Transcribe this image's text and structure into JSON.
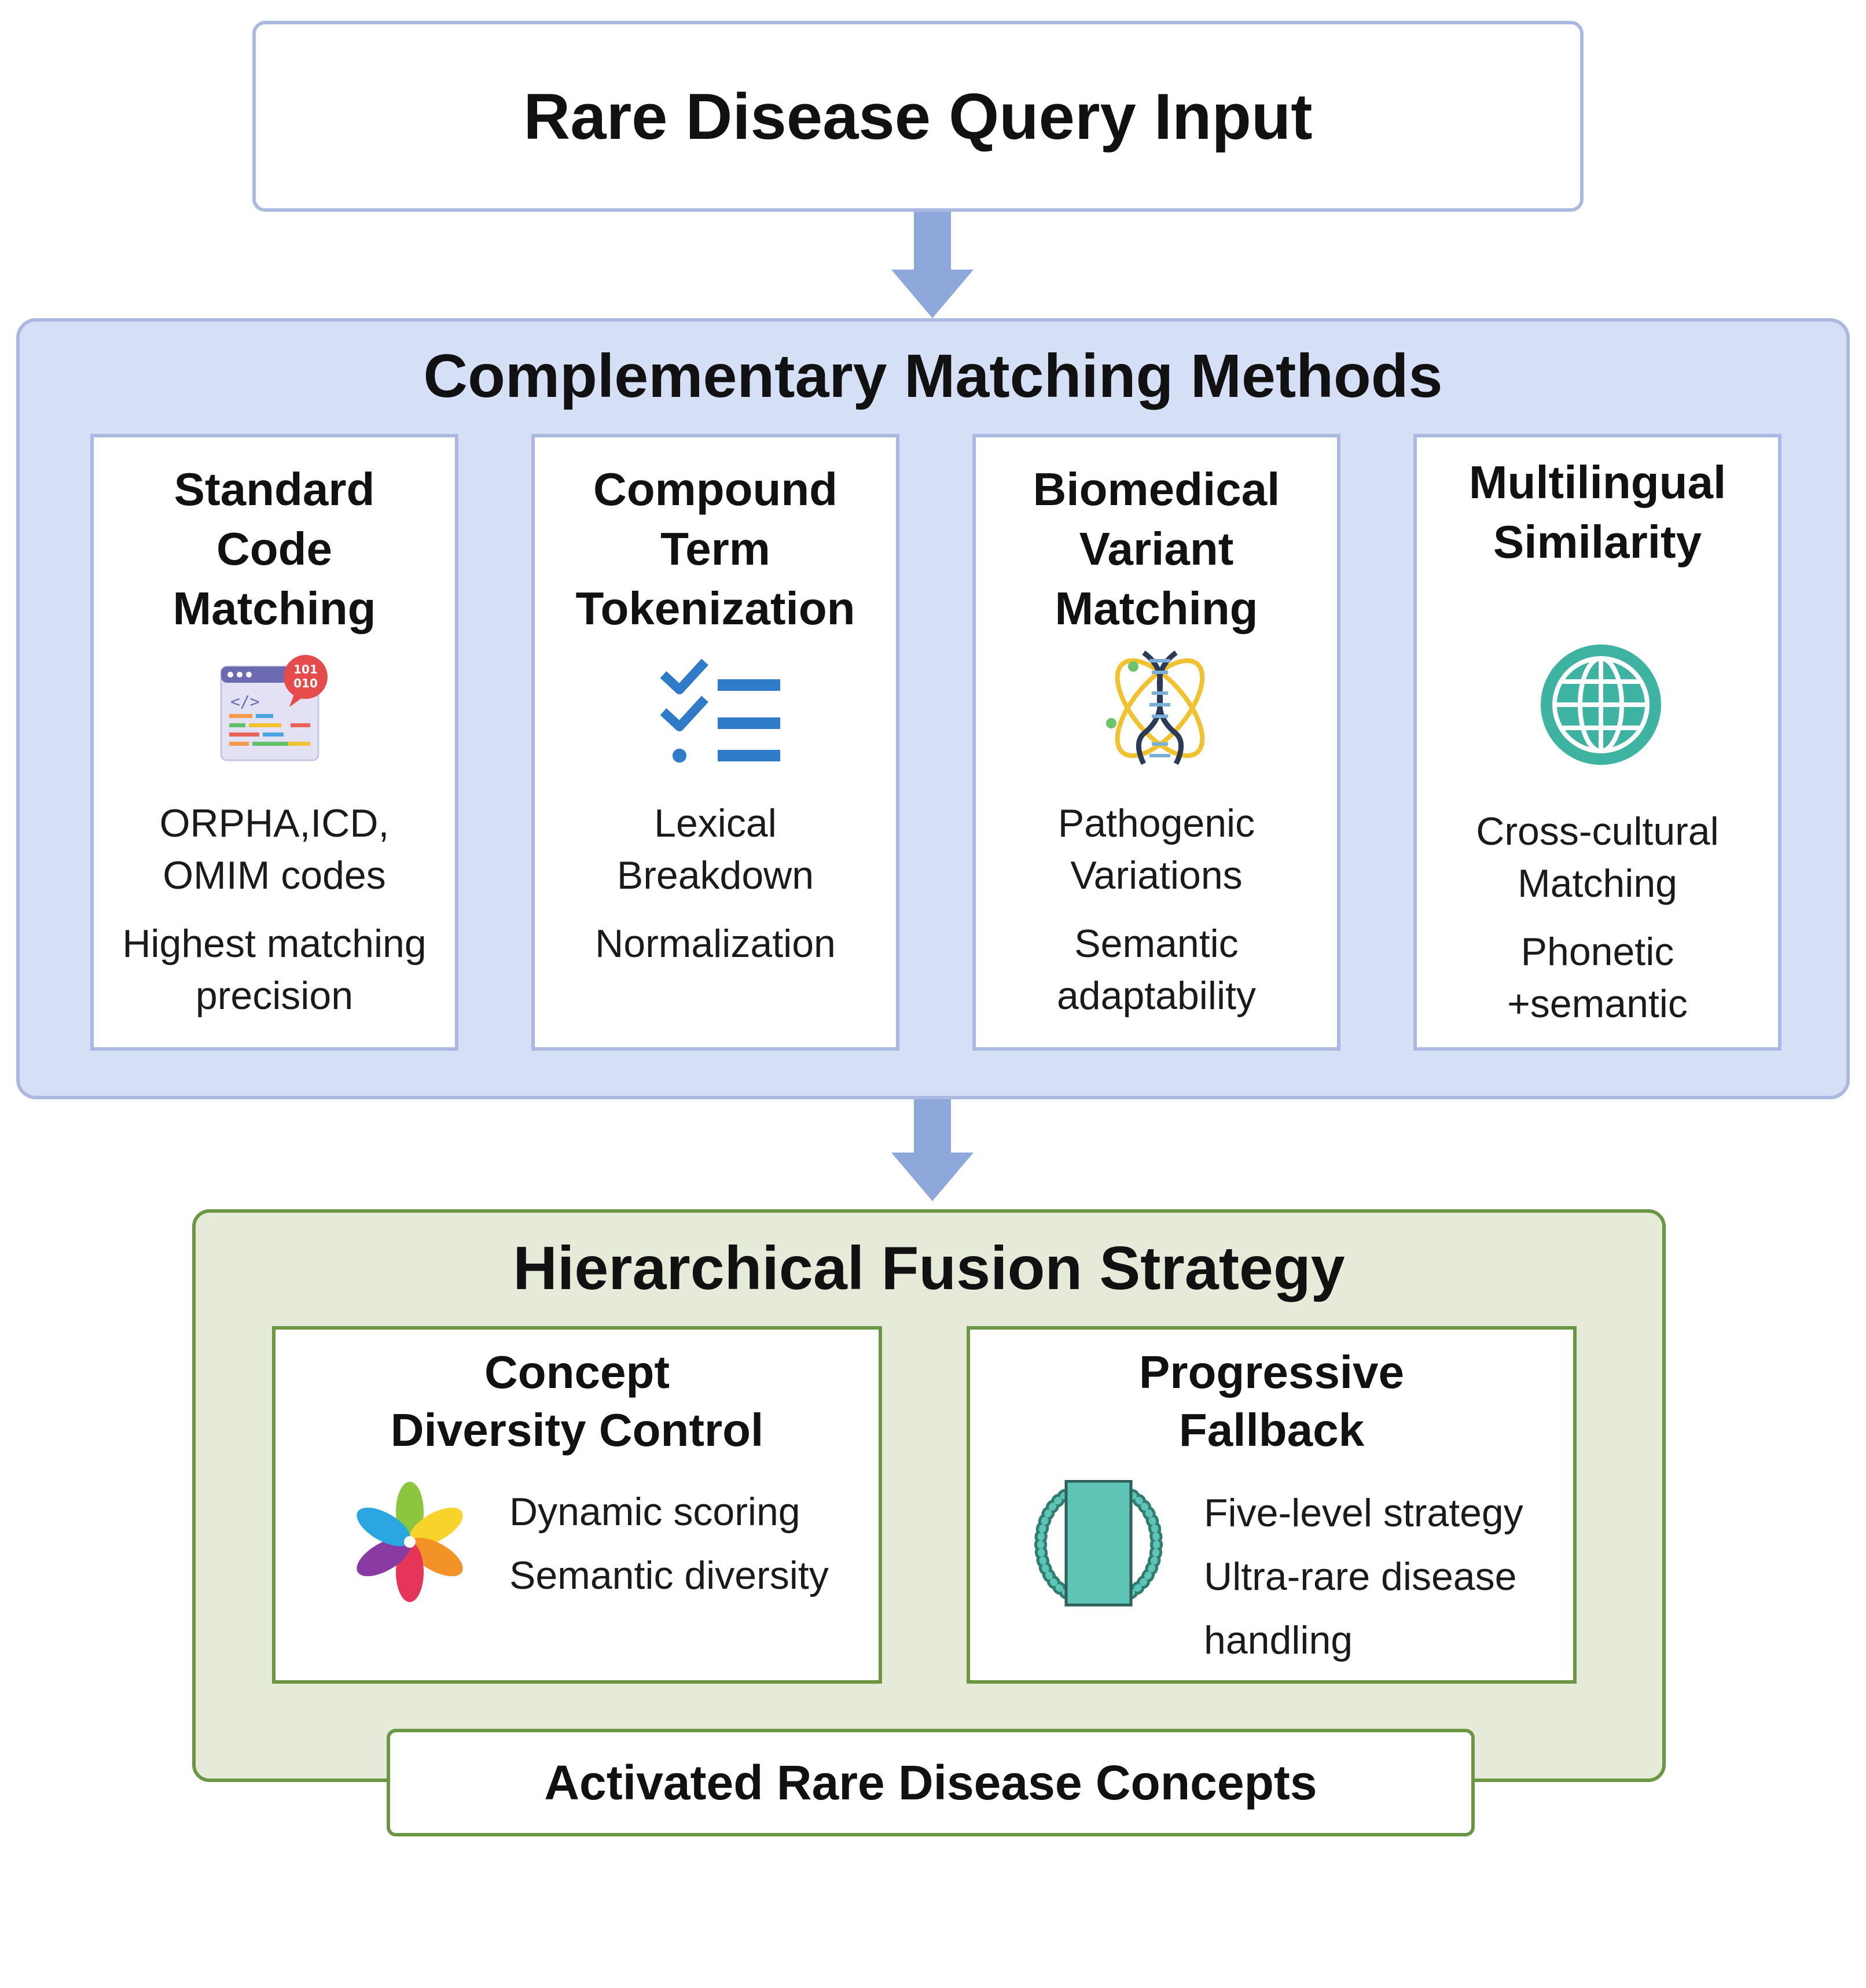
{
  "input": {
    "title": "Rare Disease Query Input"
  },
  "methods": {
    "title": "Complementary Matching Methods",
    "cards": [
      {
        "title": [
          "Standard",
          "Code",
          "Matching"
        ],
        "icon": "code-window-icon",
        "desc1": [
          "ORPHA,ICD,",
          "OMIM codes"
        ],
        "desc2": [
          "Highest matching",
          "precision"
        ]
      },
      {
        "title": [
          "Compound",
          "Term",
          "Tokenization"
        ],
        "icon": "checklist-icon",
        "desc1": [
          "Lexical",
          "Breakdown"
        ],
        "desc2": [
          "Normalization"
        ]
      },
      {
        "title": [
          "Biomedical",
          "Variant",
          "Matching"
        ],
        "icon": "dna-icon",
        "desc1": [
          "Pathogenic",
          "Variations"
        ],
        "desc2": [
          "Semantic",
          "adaptability"
        ]
      },
      {
        "title": [
          "Multilingual",
          "Similarity"
        ],
        "icon": "globe-icon",
        "desc1": [
          "Cross-cultural",
          "Matching"
        ],
        "desc2": [
          "Phonetic",
          "+semantic"
        ]
      }
    ]
  },
  "fusion": {
    "title": "Hierarchical Fusion Strategy",
    "cards": [
      {
        "title": [
          "Concept",
          "Diversity Control"
        ],
        "icon": "flower-icon",
        "desc": [
          "Dynamic scoring",
          "Semantic diversity"
        ]
      },
      {
        "title": [
          "Progressive",
          "Fallback"
        ],
        "icon": "bracelet-icon",
        "desc": [
          "Five-level strategy",
          "Ultra-rare disease",
          "handling"
        ]
      }
    ]
  },
  "output": {
    "title": "Activated Rare Disease Concepts"
  },
  "colors": {
    "blue_panel": "#d5dff6",
    "blue_border": "#aab8e2",
    "arrow": "#8fa8dc",
    "green_panel": "#e5ead9",
    "green_border": "#6b9644",
    "teal": "#3fb3a2"
  }
}
